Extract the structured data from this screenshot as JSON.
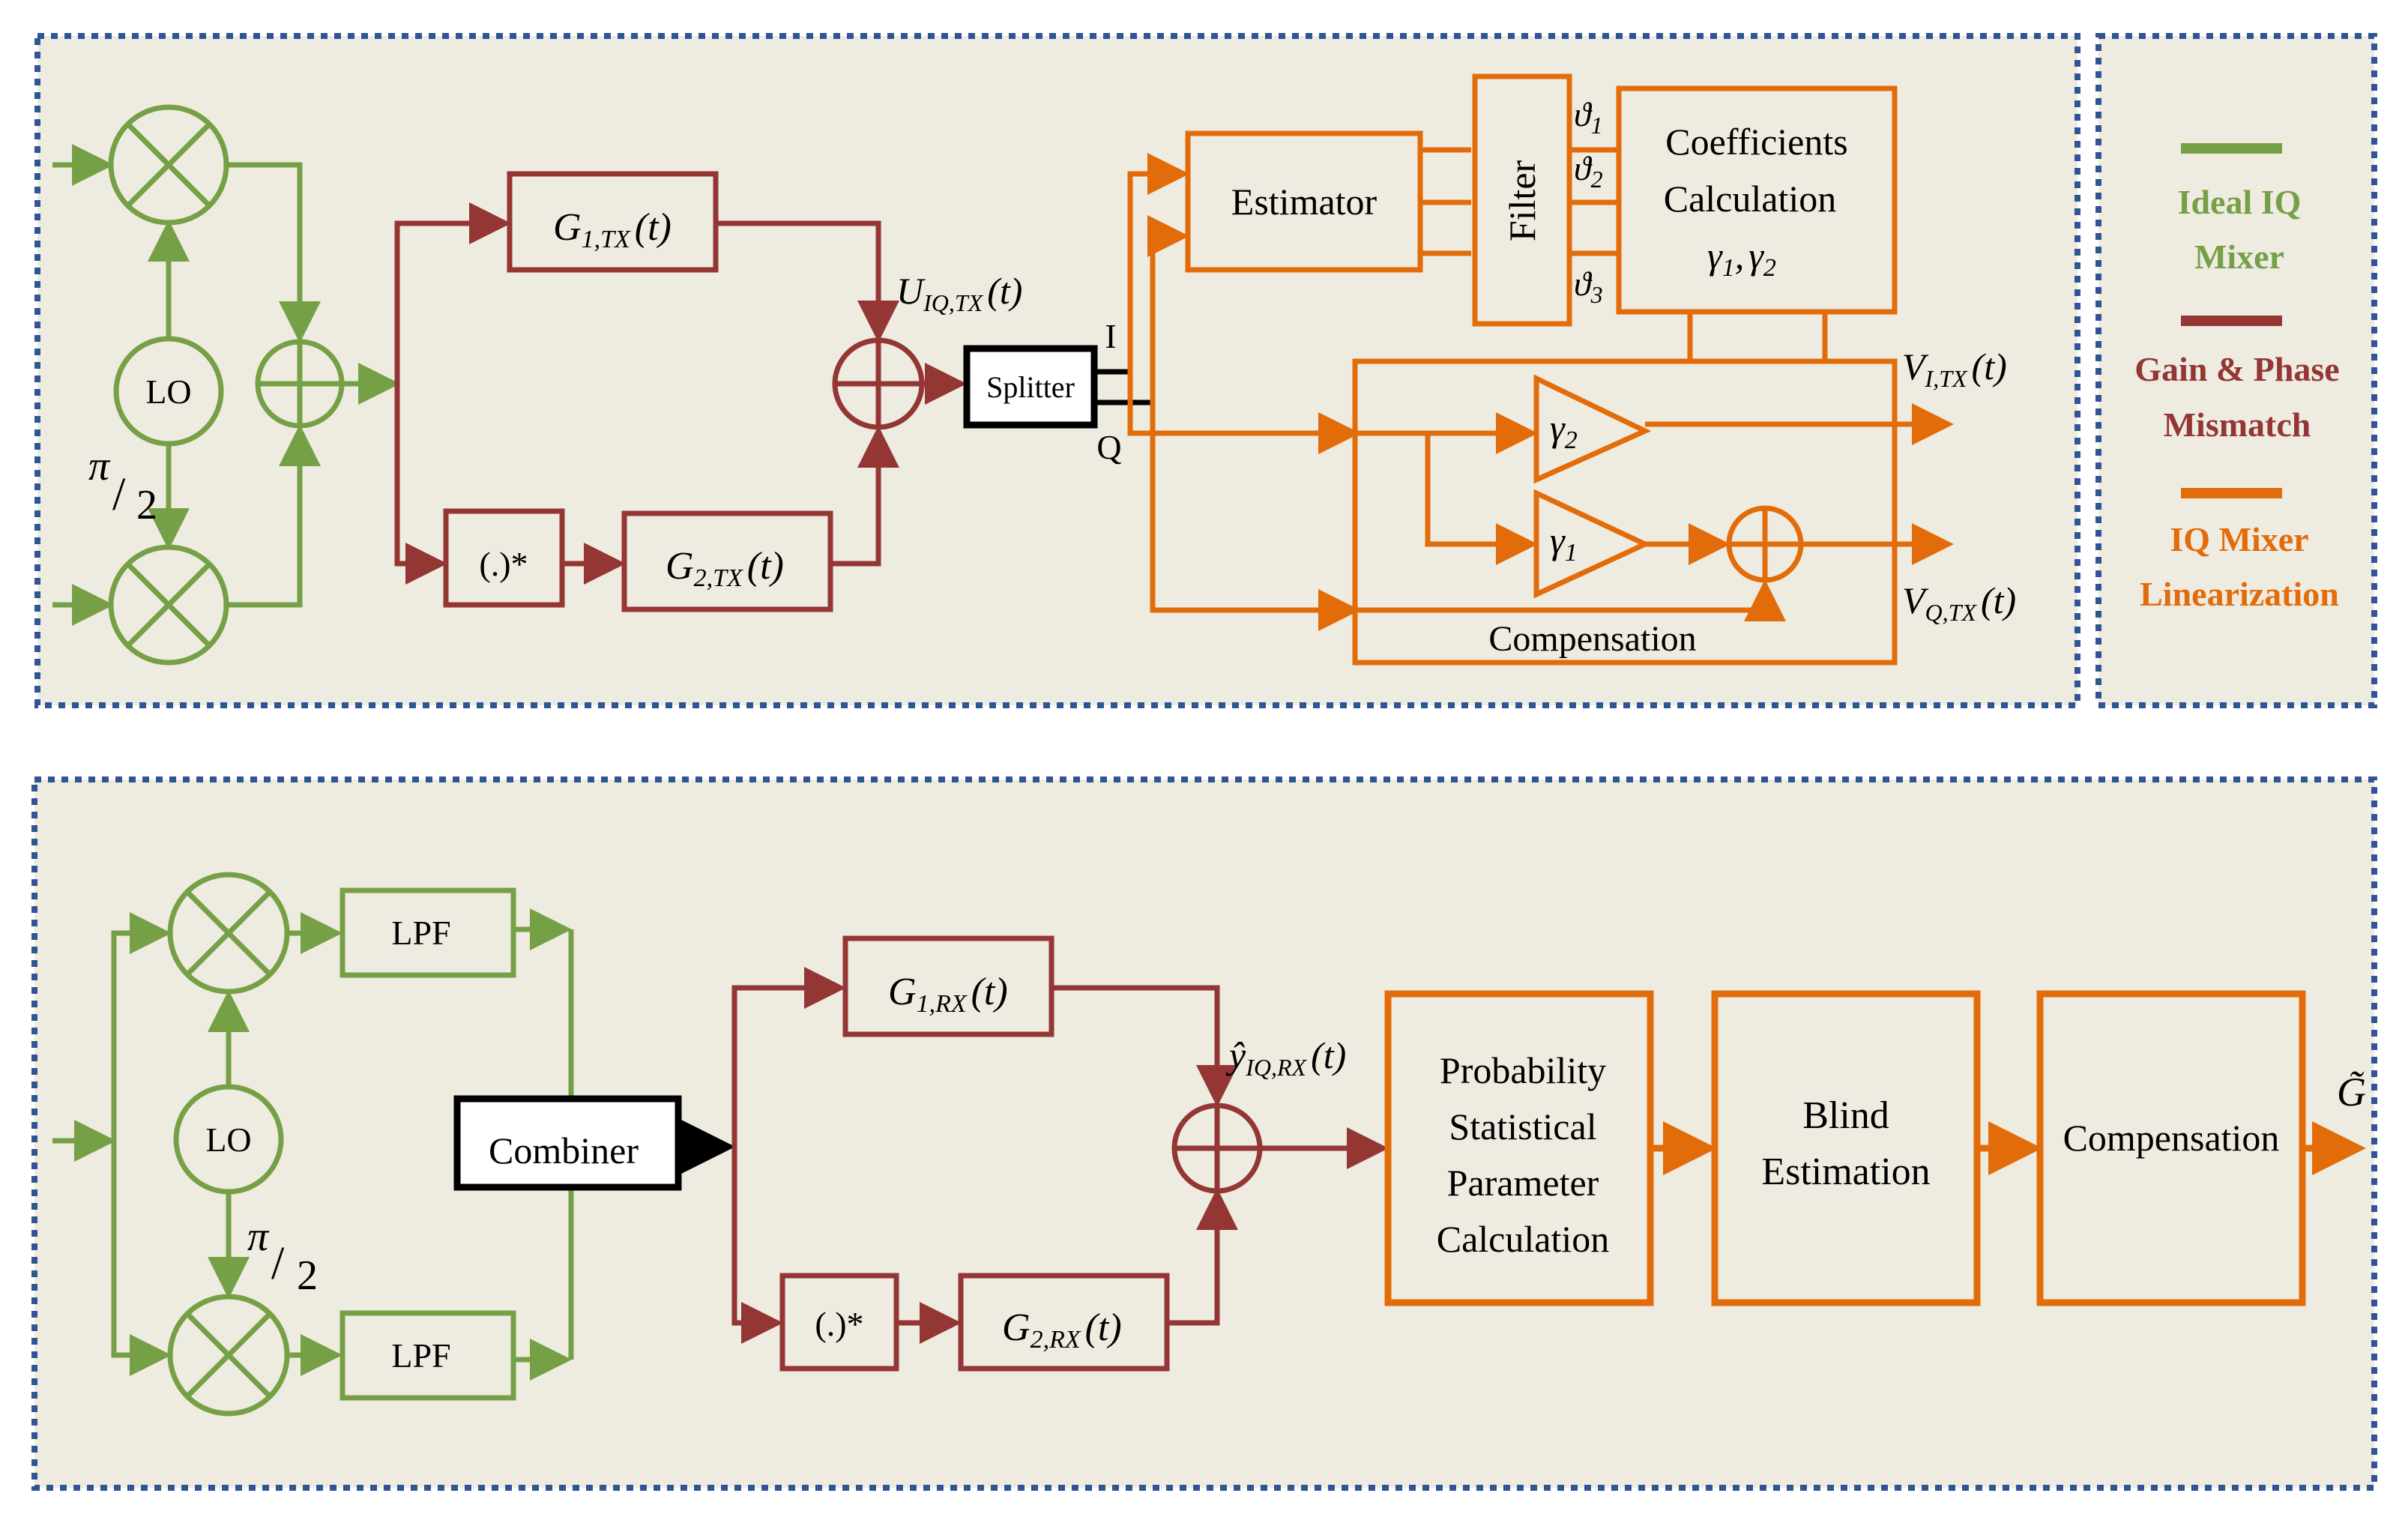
{
  "colors": {
    "green": "#76A046",
    "red": "#943634",
    "orange": "#E36C0A",
    "black": "#000000",
    "panel_bg": "#EEEBE1",
    "border": "#2F5597"
  },
  "tx": {
    "lo": "LO",
    "phase_sym": "π",
    "phase_den": "2",
    "g1": {
      "base": "G",
      "sub": "1,TX",
      "arg": "(t)"
    },
    "g2": {
      "base": "G",
      "sub": "2,TX",
      "arg": "(t)"
    },
    "conj": "(.)*",
    "u": {
      "base": "U",
      "sub": "IQ,TX",
      "arg": "(t)"
    },
    "splitter": "Splitter",
    "i": "I",
    "q": "Q",
    "estimator": "Estimator",
    "filter": "Filter",
    "theta1": {
      "base": "ϑ",
      "sub": "1"
    },
    "theta2": {
      "base": "ϑ",
      "sub": "2"
    },
    "theta3": {
      "base": "ϑ",
      "sub": "3"
    },
    "coef_line1": "Coefficients",
    "coef_line2": "Calculation",
    "gamma1": {
      "base": "γ",
      "sub": "1"
    },
    "gamma2": {
      "base": "γ",
      "sub": "2"
    },
    "comma": ",",
    "vi": {
      "base": "V",
      "sub": "I,TX",
      "arg": "(t)"
    },
    "vq": {
      "base": "V",
      "sub": "Q,TX",
      "arg": "(t)"
    },
    "compensation": "Compensation"
  },
  "legend": {
    "ideal_line1": "Ideal IQ",
    "ideal_line2": "Mixer",
    "mismatch_line1": "Gain & Phase",
    "mismatch_line2": "Mismatch",
    "lin_line1": "IQ Mixer",
    "lin_line2": "Linearization"
  },
  "rx": {
    "lo": "LO",
    "phase_sym": "π",
    "phase_den": "2",
    "lpf1": "LPF",
    "lpf2": "LPF",
    "combiner": "Combiner",
    "g1": {
      "base": "G",
      "sub": "1,RX",
      "arg": "(t)"
    },
    "g2": {
      "base": "G",
      "sub": "2,RX",
      "arg": "(t)"
    },
    "conj": "(.)*",
    "y": {
      "base": "ŷ",
      "sub": "IQ,RX",
      "arg": "(t)"
    },
    "prob_line1": "Probability",
    "prob_line2": "Statistical",
    "prob_line3": "Parameter",
    "prob_line4": "Calculation",
    "blind_line1": "Blind",
    "blind_line2": "Estimation",
    "compensation": "Compensation",
    "output": "G̃"
  }
}
